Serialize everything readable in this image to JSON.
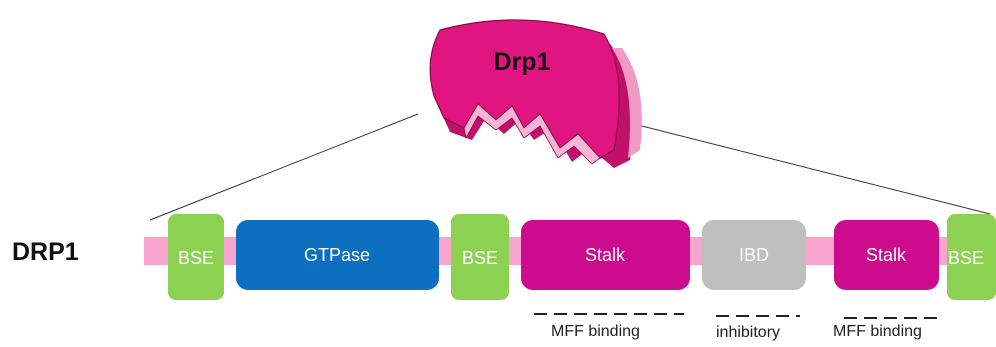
{
  "molecule": {
    "label": "Drp1",
    "body_color": "#e0157f",
    "side_color": "#c0106a",
    "shade_color": "#f19ac6"
  },
  "protein": {
    "name": "DRP1",
    "backbone_color": "#f7a4cf"
  },
  "domains": [
    {
      "id": "bse-1",
      "label": "BSE",
      "color": "#8cd151"
    },
    {
      "id": "gtpase",
      "label": "GTPase",
      "color": "#0d6fbf"
    },
    {
      "id": "bse-2",
      "label": "BSE",
      "color": "#8cd151"
    },
    {
      "id": "stalk-1",
      "label": "Stalk",
      "color": "#cc0c8c"
    },
    {
      "id": "ibd",
      "label": "IBD",
      "color": "#bfbfbf"
    },
    {
      "id": "stalk-2",
      "label": "Stalk",
      "color": "#cc0c8c"
    },
    {
      "id": "bse-3",
      "label": "BSE",
      "color": "#8cd151"
    }
  ],
  "annotations": [
    {
      "id": "mff-binding-1",
      "label": "MFF binding"
    },
    {
      "id": "inhibitory",
      "label": "inhibitory"
    },
    {
      "id": "mff-binding-2",
      "label": "MFF binding"
    }
  ]
}
